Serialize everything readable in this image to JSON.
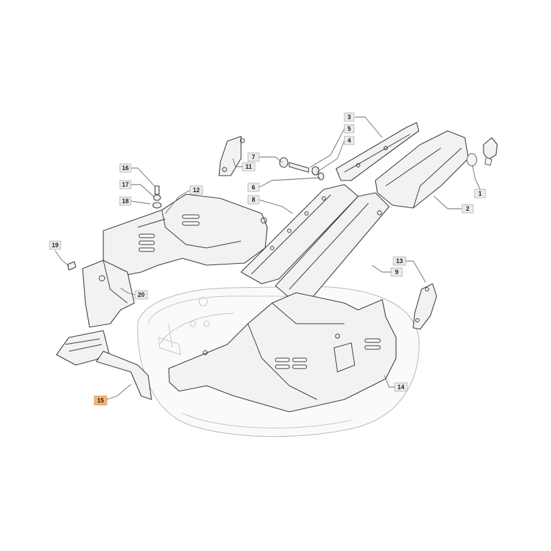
{
  "callouts": [
    {
      "id": "1",
      "label": "1",
      "highlight": false
    },
    {
      "id": "2",
      "label": "2",
      "highlight": false
    },
    {
      "id": "3",
      "label": "3",
      "highlight": false
    },
    {
      "id": "4",
      "label": "4",
      "highlight": false
    },
    {
      "id": "5",
      "label": "5",
      "highlight": false
    },
    {
      "id": "6",
      "label": "6",
      "highlight": false
    },
    {
      "id": "7",
      "label": "7",
      "highlight": false
    },
    {
      "id": "8",
      "label": "8",
      "highlight": false
    },
    {
      "id": "9",
      "label": "9",
      "highlight": false
    },
    {
      "id": "11",
      "label": "11",
      "highlight": false
    },
    {
      "id": "12",
      "label": "12",
      "highlight": false
    },
    {
      "id": "13",
      "label": "13",
      "highlight": false
    },
    {
      "id": "14",
      "label": "14",
      "highlight": false
    },
    {
      "id": "15",
      "label": "15",
      "highlight": true
    },
    {
      "id": "16",
      "label": "16",
      "highlight": false
    },
    {
      "id": "17",
      "label": "17",
      "highlight": false
    },
    {
      "id": "18",
      "label": "18",
      "highlight": false
    },
    {
      "id": "19",
      "label": "19",
      "highlight": false
    },
    {
      "id": "20",
      "label": "20",
      "highlight": false
    }
  ],
  "colors": {
    "highlight": "#f5b77a",
    "callout_bg": "#ececec"
  }
}
